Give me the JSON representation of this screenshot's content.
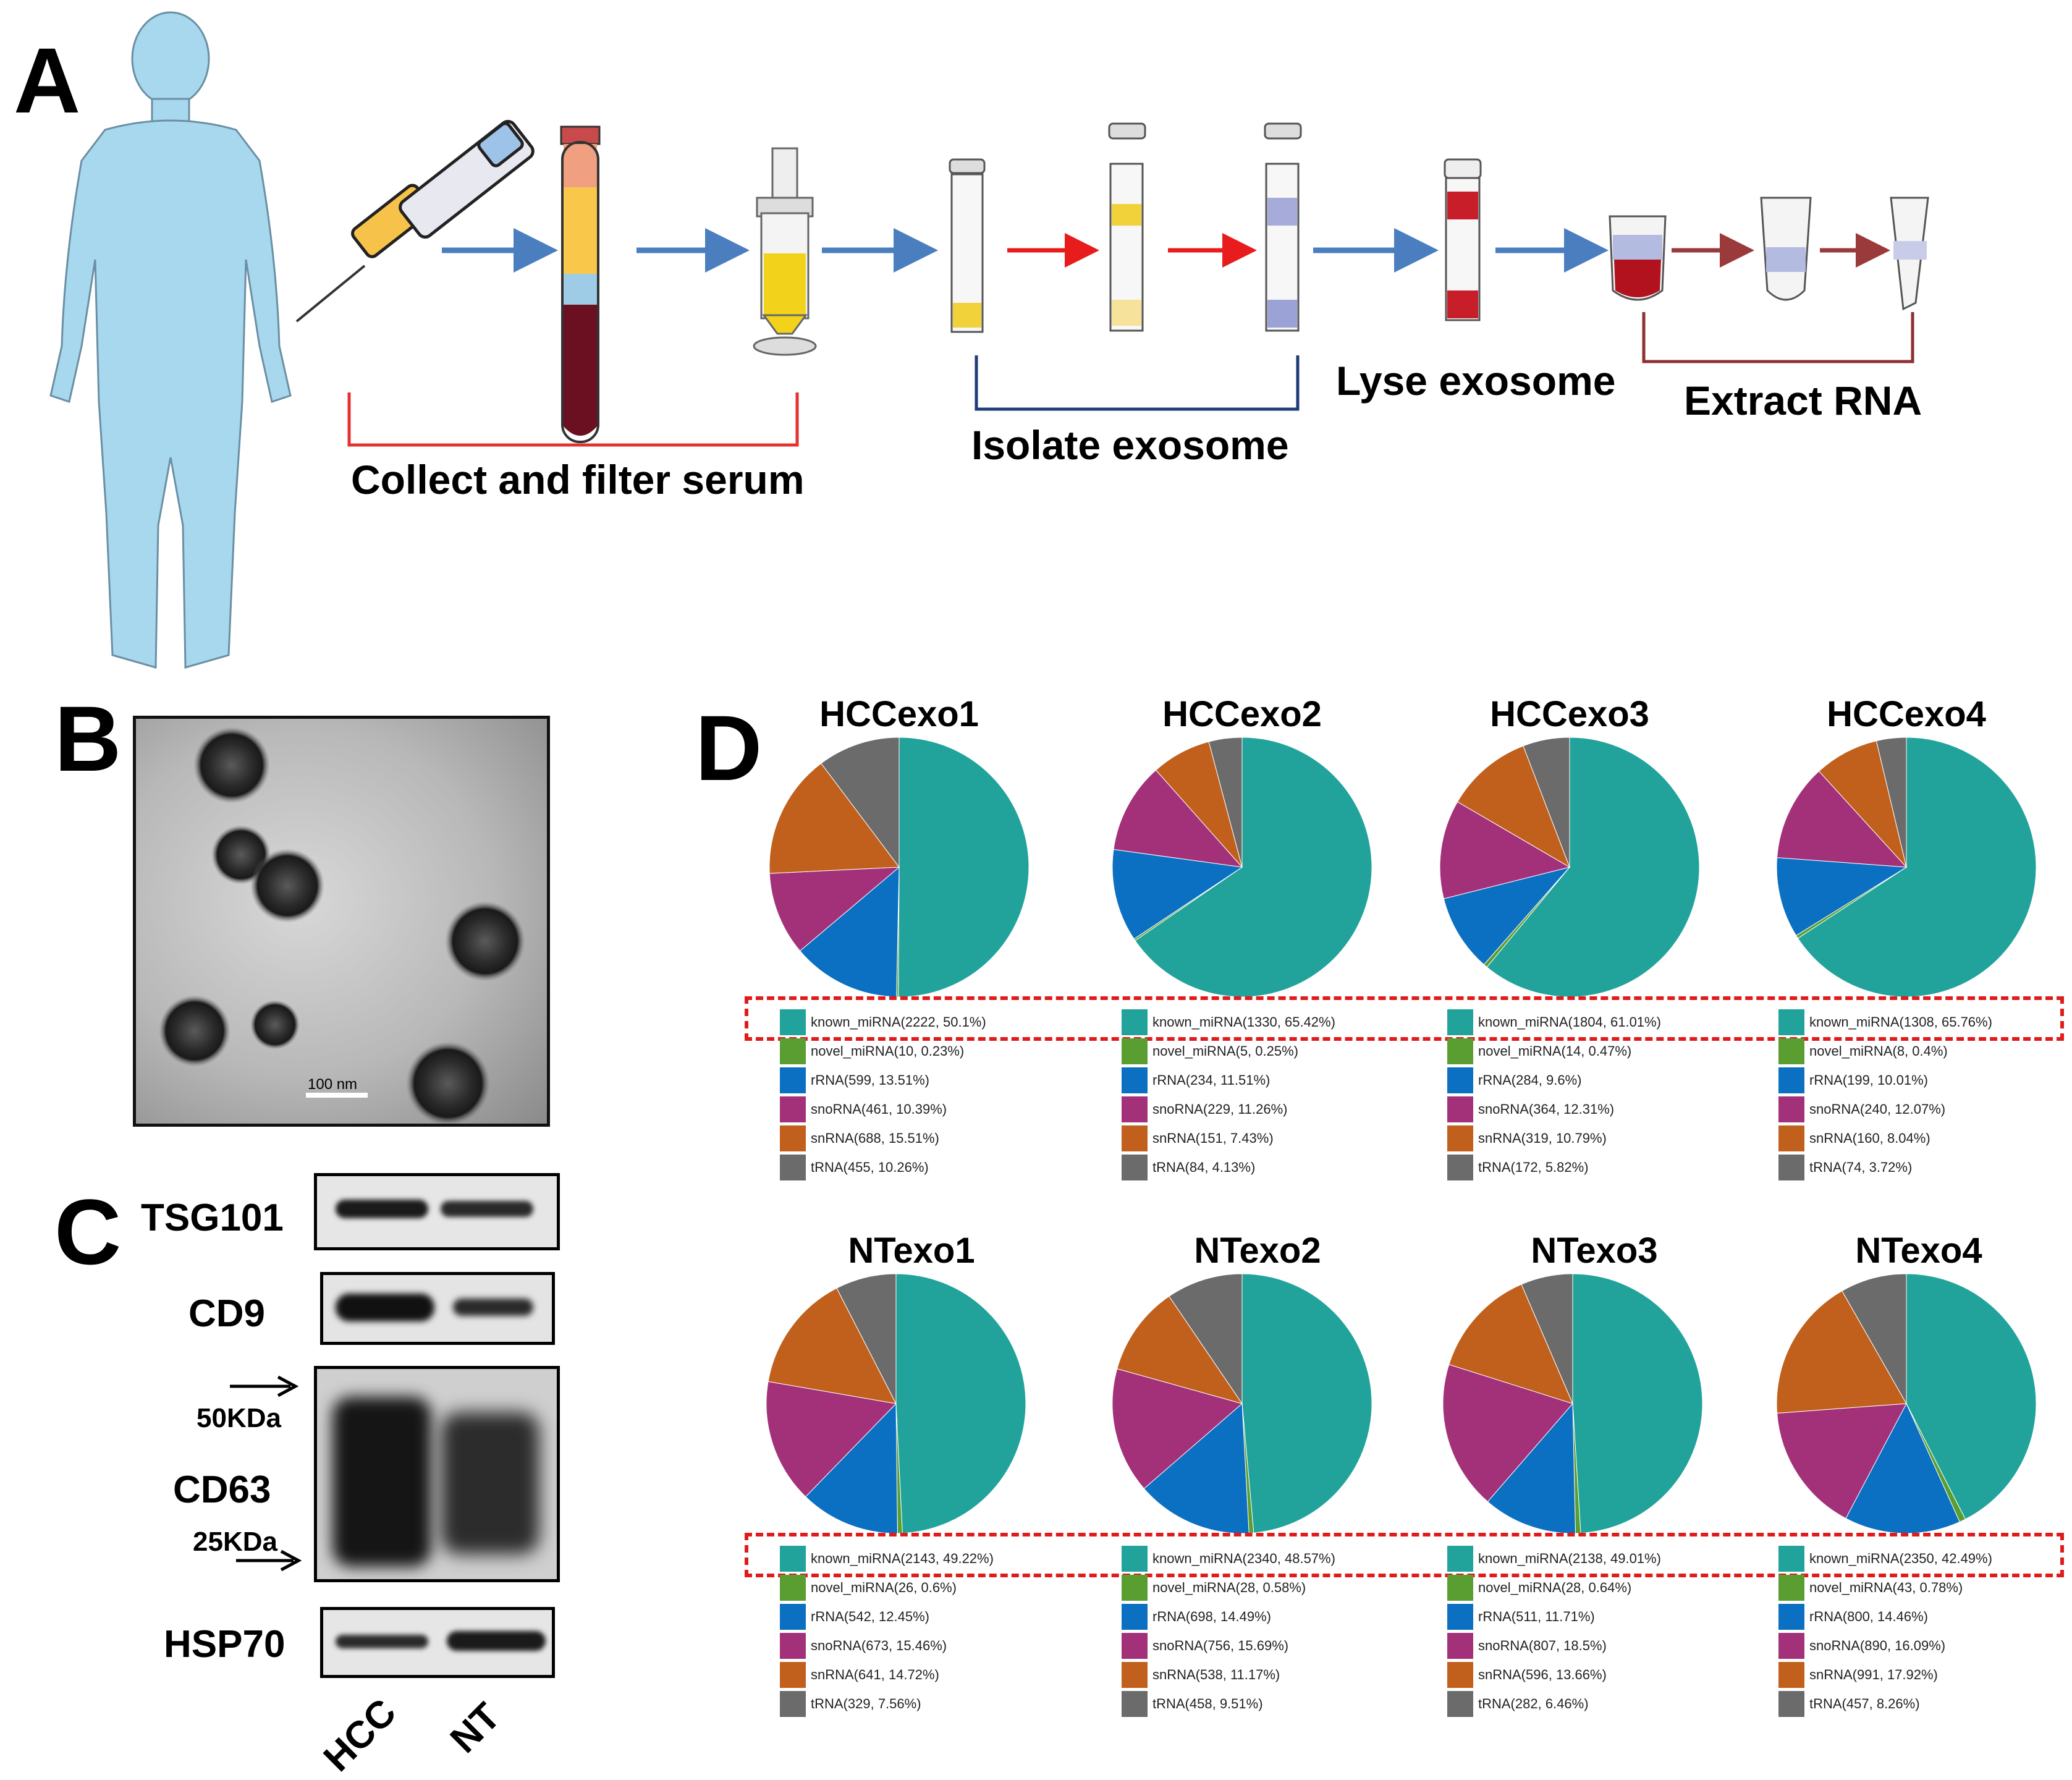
{
  "panels": {
    "a": "A",
    "b": "B",
    "c": "C",
    "d": "D"
  },
  "workflow": {
    "steps": [
      "Collect and filter serum",
      "Isolate exosome",
      "Lyse exosome",
      "Extract RNA"
    ],
    "colors": {
      "blue_arrow": "#4a7ebf",
      "red_arrow": "#e81c1c",
      "brown_arrow": "#9b3a3a",
      "red_bracket": "#e23232",
      "navy_bracket": "#1f3c78",
      "brown_bracket": "#8e3030",
      "body": "#a7d8ee"
    }
  },
  "tem": {
    "scale_bar": "100 nm"
  },
  "western_blot": {
    "proteins": [
      "TSG101",
      "CD9",
      "CD63",
      "HSP70"
    ],
    "markers": [
      "50KDa",
      "25KDa"
    ],
    "lanes": [
      "HCC",
      "NT"
    ]
  },
  "chart_data": {
    "type": "pie",
    "categories": [
      "known_miRNA",
      "novel_miRNA",
      "rRNA",
      "snoRNA",
      "snRNA",
      "tRNA"
    ],
    "colors": [
      "#21a39b",
      "#5a9e32",
      "#0b6fc2",
      "#a3317a",
      "#c0601c",
      "#6b6b6b"
    ],
    "charts": [
      {
        "title": "HCCexo1",
        "counts": [
          2222,
          10,
          599,
          461,
          688,
          455
        ],
        "percents": [
          "50.1%",
          "0.23%",
          "13.51%",
          "10.39%",
          "15.51%",
          "10.26%"
        ]
      },
      {
        "title": "HCCexo2",
        "counts": [
          1330,
          5,
          234,
          229,
          151,
          84
        ],
        "percents": [
          "65.42%",
          "0.25%",
          "11.51%",
          "11.26%",
          "7.43%",
          "4.13%"
        ]
      },
      {
        "title": "HCCexo3",
        "counts": [
          1804,
          14,
          284,
          364,
          319,
          172
        ],
        "percents": [
          "61.01%",
          "0.47%",
          "9.6%",
          "12.31%",
          "10.79%",
          "5.82%"
        ]
      },
      {
        "title": "HCCexo4",
        "counts": [
          1308,
          8,
          199,
          240,
          160,
          74
        ],
        "percents": [
          "65.76%",
          "0.4%",
          "10.01%",
          "12.07%",
          "8.04%",
          "3.72%"
        ]
      },
      {
        "title": "NTexo1",
        "counts": [
          2143,
          26,
          542,
          673,
          641,
          329
        ],
        "percents": [
          "49.22%",
          "0.6%",
          "12.45%",
          "15.46%",
          "14.72%",
          "7.56%"
        ]
      },
      {
        "title": "NTexo2",
        "counts": [
          2340,
          28,
          698,
          756,
          538,
          458
        ],
        "percents": [
          "48.57%",
          "0.58%",
          "14.49%",
          "15.69%",
          "11.17%",
          "9.51%"
        ]
      },
      {
        "title": "NTexo3",
        "counts": [
          2138,
          28,
          511,
          807,
          596,
          282
        ],
        "percents": [
          "49.01%",
          "0.64%",
          "11.71%",
          "18.5%",
          "13.66%",
          "6.46%"
        ]
      },
      {
        "title": "NTexo4",
        "counts": [
          2350,
          43,
          800,
          890,
          991,
          457
        ],
        "percents": [
          "42.49%",
          "0.78%",
          "14.46%",
          "16.09%",
          "17.92%",
          "8.26%"
        ]
      }
    ]
  }
}
